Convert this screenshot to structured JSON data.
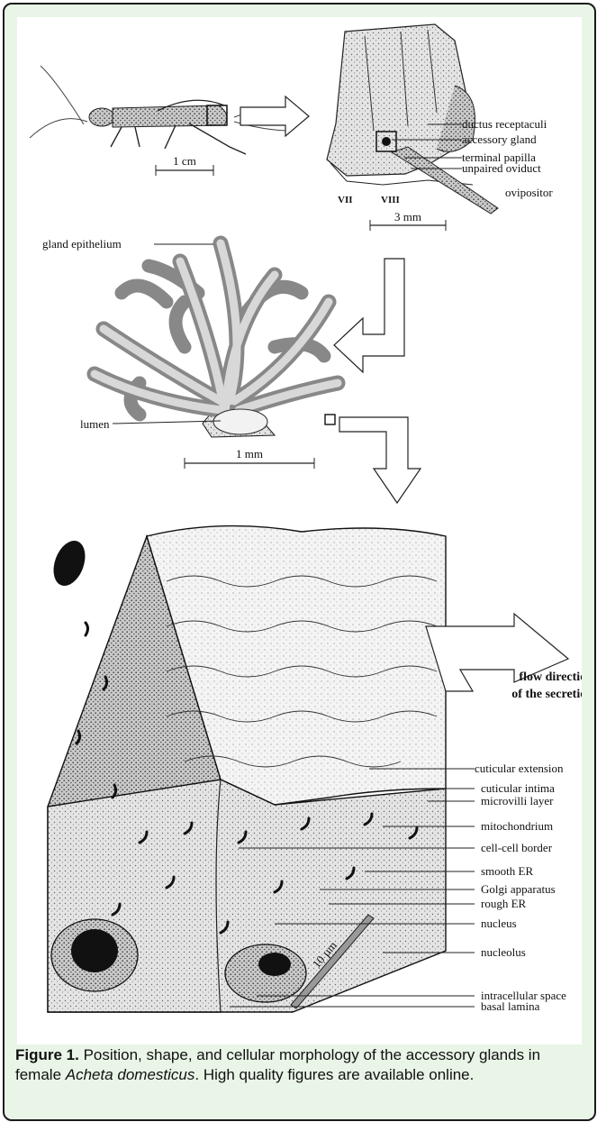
{
  "figure": {
    "scales": {
      "cm": "1 cm",
      "mm3": "3 mm",
      "mm1": "1 mm",
      "um10": "10 µm"
    },
    "segments": {
      "vii": "VII",
      "viii": "VIII"
    },
    "labels_top": {
      "ductus": "ductus receptaculi",
      "accessory": "accessory gland",
      "papilla": "terminal papilla",
      "oviduct": "unpaired oviduct",
      "ovipositor": "ovipositor"
    },
    "labels_mid": {
      "epithelium": "gland epithelium",
      "lumen": "lumen"
    },
    "flow": {
      "line1": "flow direction",
      "line2": "of the secretion"
    },
    "labels_cell": {
      "cuticular_extension": "cuticular extension",
      "cuticular_intima": "cuticular intima",
      "microvilli": "microvilli layer",
      "mitochondrium": "mitochondrium",
      "cell_border": "cell-cell border",
      "smooth_er": "smooth ER",
      "golgi": "Golgi apparatus",
      "rough_er": "rough ER",
      "nucleus": "nucleus",
      "nucleolus": "nucleolus",
      "intracellular": "intracellular space",
      "basal": "basal lamina"
    }
  },
  "caption": {
    "label": "Figure 1.",
    "text_before": " Position, shape, and cellular morphology of the accessory glands in female ",
    "species": "Acheta domesticus",
    "text_after": ". High quality figures are available online."
  }
}
